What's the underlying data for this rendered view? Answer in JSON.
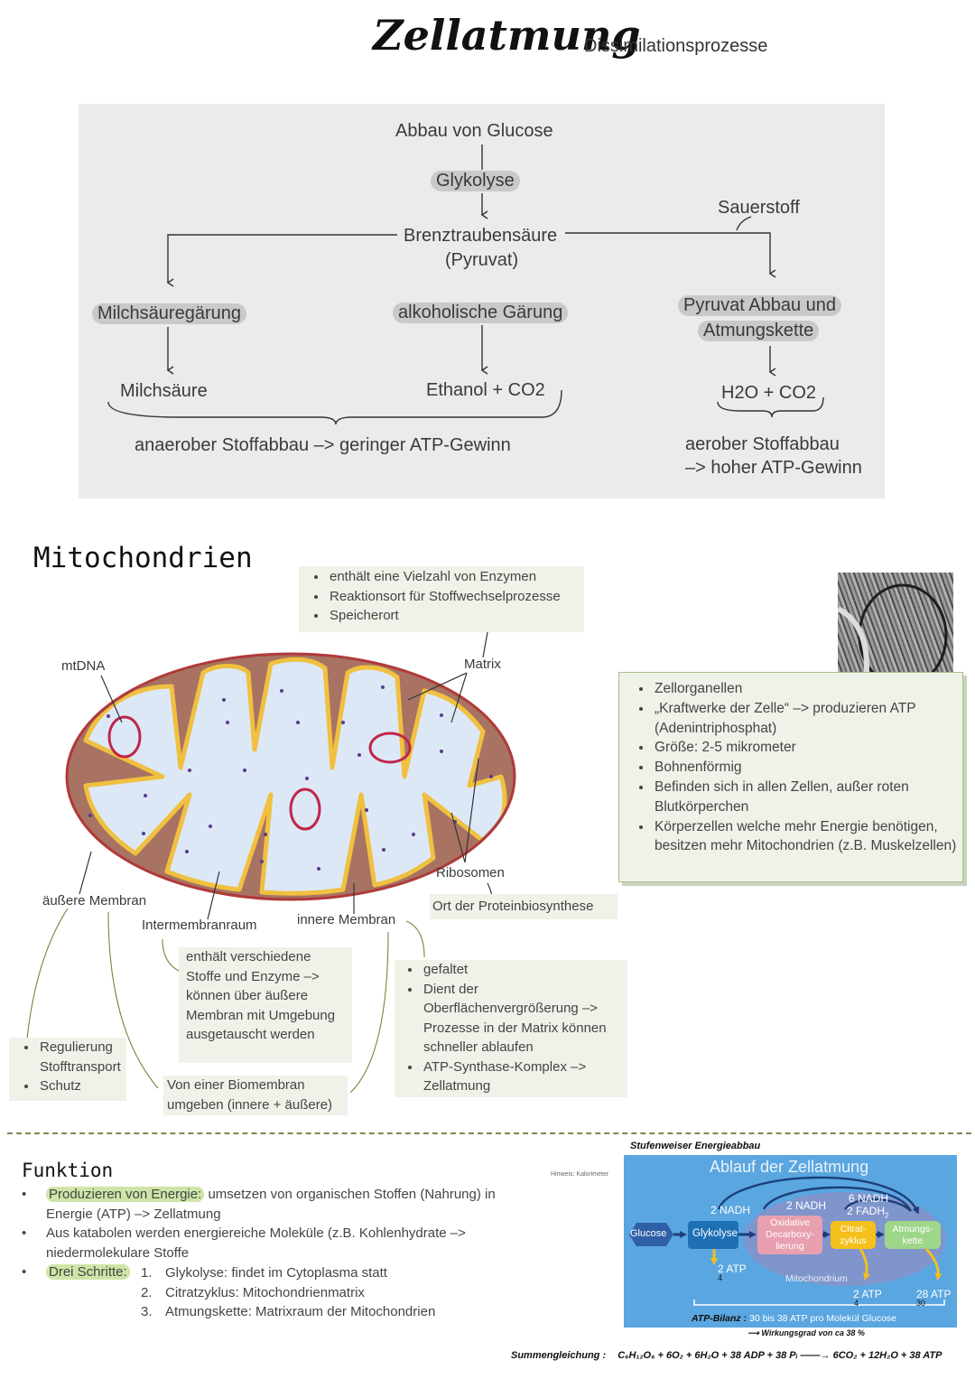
{
  "header": {
    "title": "Zellatmung",
    "subtitle": "Dissimilationsprozesse"
  },
  "flow": {
    "start": "Abbau von Glucose",
    "glykolyse": "Glykolyse",
    "sauerstoff": "Sauerstoff",
    "brenz": "Brenztraubensäure",
    "pyruvat": "(Pyruvat)",
    "milchgaerung": "Milchsäuregärung",
    "alkohol": "alkoholische Gärung",
    "pyruvat_abbau_1": "Pyruvat Abbau und",
    "pyruvat_abbau_2": "Atmungskette",
    "milchsaeure": "Milchsäure",
    "ethanol": "Ethanol + CO2",
    "h2o": "H2O + CO2",
    "anaerob": "anaerober Stoffabbau –> geringer ATP-Gewinn",
    "aerob_1": "aerober Stoffabbau",
    "aerob_2": "–> hoher ATP-Gewinn"
  },
  "mito": {
    "heading": "Mitochondrien",
    "labels": {
      "mtdna": "mtDNA",
      "matrix": "Matrix",
      "ribosomen": "Ribosomen",
      "aeussere": "äußere Membran",
      "intermembran": "Intermembranraum",
      "innere": "innere Membran"
    },
    "matrix_notes": [
      "enthält eine Vielzahl von Enzymen",
      "Reaktionsort für Stoffwechselprozesse",
      "Speicherort"
    ],
    "ribo_note": "Ort der Proteinbiosynthese",
    "inter_note": "enthält verschiedene Stoffe und Enzyme –> können über äußere Membran mit Umgebung ausgetauscht werden",
    "innere_notes": [
      "gefaltet",
      "Dient der Oberflächenvergrößerung –> Prozesse in der Matrix können schneller ablaufen",
      "ATP-Synthase-Komplex –> Zellatmung"
    ],
    "aeussere_notes": [
      "Regulierung Stofftransport",
      "Schutz"
    ],
    "bio_note": "Von einer Biomembran umgeben (innere + äußere)",
    "info": [
      "Zellorganellen",
      "„Kraftwerke der Zelle“ –> produzieren ATP (Adenintriphosphat)",
      "Größe: 2-5 mikrometer",
      "Bohnenförmig",
      "Befinden sich in allen Zellen, außer roten Blutkörperchen",
      "Körperzellen welche mehr Energie benötigen, besitzen mehr Mitochondrien (z.B. Muskelzellen)"
    ]
  },
  "funktion": {
    "heading": "Funktion",
    "b1_hl": "Produzieren von Energie:",
    "b1_rest": " umsetzen von organischen Stoffen (Nahrung) in Energie (ATP) –> Zellatmung",
    "b2": "Aus katabolen werden energiereiche Moleküle (z.B. Kohlenhydrate –> niedermolekulare Stoffe",
    "b3_hl": "Drei Schritte:",
    "steps": [
      {
        "n": "1.",
        "t": "Glykolyse: findet im Cytoplasma statt"
      },
      {
        "n": "2.",
        "t": "Citratzyklus: Mitochondrienmatrix"
      },
      {
        "n": "3.",
        "t": "Atmungskette: Matrixraum der Mitochondrien"
      }
    ]
  },
  "ablauf": {
    "caption": "Stufenweiser Energieabbau",
    "hinweis": "Hinweis: Kalorimeter",
    "title": "Ablauf der Zellatmung",
    "glucose": "Glucose",
    "glykolyse": "Glykolyse",
    "decarb_1": "Oxidative",
    "decarb_2": "Decarboxy-",
    "decarb_3": "lierung",
    "citrat_1": "Citrat-",
    "citrat_2": "zyklus",
    "atmung_1": "Atmungs-",
    "atmung_2": "kette",
    "nadh_2": "2 NADH",
    "nadh_2b": "2 NADH",
    "nadh_6": "6 NADH",
    "fadh": "2 FADH",
    "fadh_sub": "2",
    "atp_2a": "2 ATP",
    "atp_2a_note": "4",
    "mitochondrium": "Mitochondrium",
    "atp_2b": "2 ATP",
    "atp_2b_note": "4",
    "atp_28": "28 ATP",
    "atp_28_note": "30",
    "bilanz_label": "ATP-Bilanz :",
    "bilanz_text": "30 bis 38 ATP pro Molekül Glucose",
    "wirkungsgrad": "Wirkungsgrad von ca 38 %"
  },
  "summe": {
    "label": "Summengleichung :",
    "formula": "C₆H₁₂O₆ + 6O₂ + 6H₂O + 38 ADP + 38 Pᵢ ——→ 6CO₂ + 12H₂O + 38 ATP"
  },
  "colors": {
    "panel": "#ebebeb",
    "note": "#eef2e8",
    "highlight_grey": "#c9c9c9",
    "highlight_green": "#cfe5a8",
    "mito_brown": "#a87362",
    "mito_matrix": "#dde8f7",
    "mito_membrane": "#f0c040",
    "dna_red": "#c0264a",
    "diagram_blue": "#5aa6e0"
  }
}
